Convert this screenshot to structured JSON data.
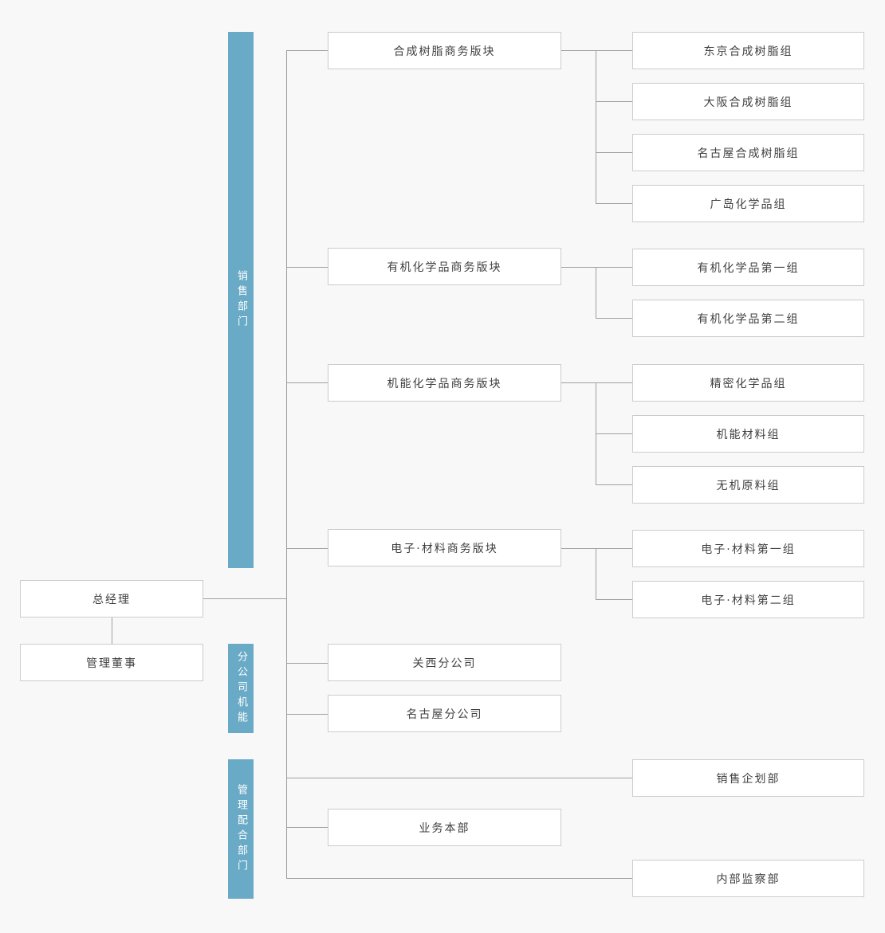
{
  "colors": {
    "canvas_bg": "#f8f8f8",
    "bar_blue": "#69aac6",
    "line_gray": "#a0a0a0",
    "box_border": "#cccccc",
    "box_text": "#404040"
  },
  "chart": {
    "type": "org-chart",
    "root": {
      "label": "总经理"
    },
    "director": {
      "label": "管理董事"
    },
    "sections": [
      {
        "label": "销售部门",
        "divisions": [
          {
            "label": "合成树脂商务版块",
            "groups": [
              "东京合成树脂组",
              "大阪合成树脂组",
              "名古屋合成树脂组",
              "广岛化学品组"
            ]
          },
          {
            "label": "有机化学品商务版块",
            "groups": [
              "有机化学品第一组",
              "有机化学品第二组"
            ]
          },
          {
            "label": "机能化学品商务版块",
            "groups": [
              "精密化学品组",
              "机能材料组",
              "无机原料组"
            ]
          },
          {
            "label": "电子·材料商务版块",
            "groups": [
              "电子·材料第一组",
              "电子·材料第二组"
            ]
          }
        ]
      },
      {
        "label": "分公司机能",
        "divisions": [
          {
            "label": "关西分公司",
            "groups": []
          },
          {
            "label": "名古屋分公司",
            "groups": []
          }
        ]
      },
      {
        "label": "管理配合部门",
        "divisions": [
          {
            "label": "销售企划部",
            "groups": []
          },
          {
            "label": "业务本部",
            "groups": []
          },
          {
            "label": "内部监察部",
            "groups": []
          }
        ]
      }
    ]
  }
}
